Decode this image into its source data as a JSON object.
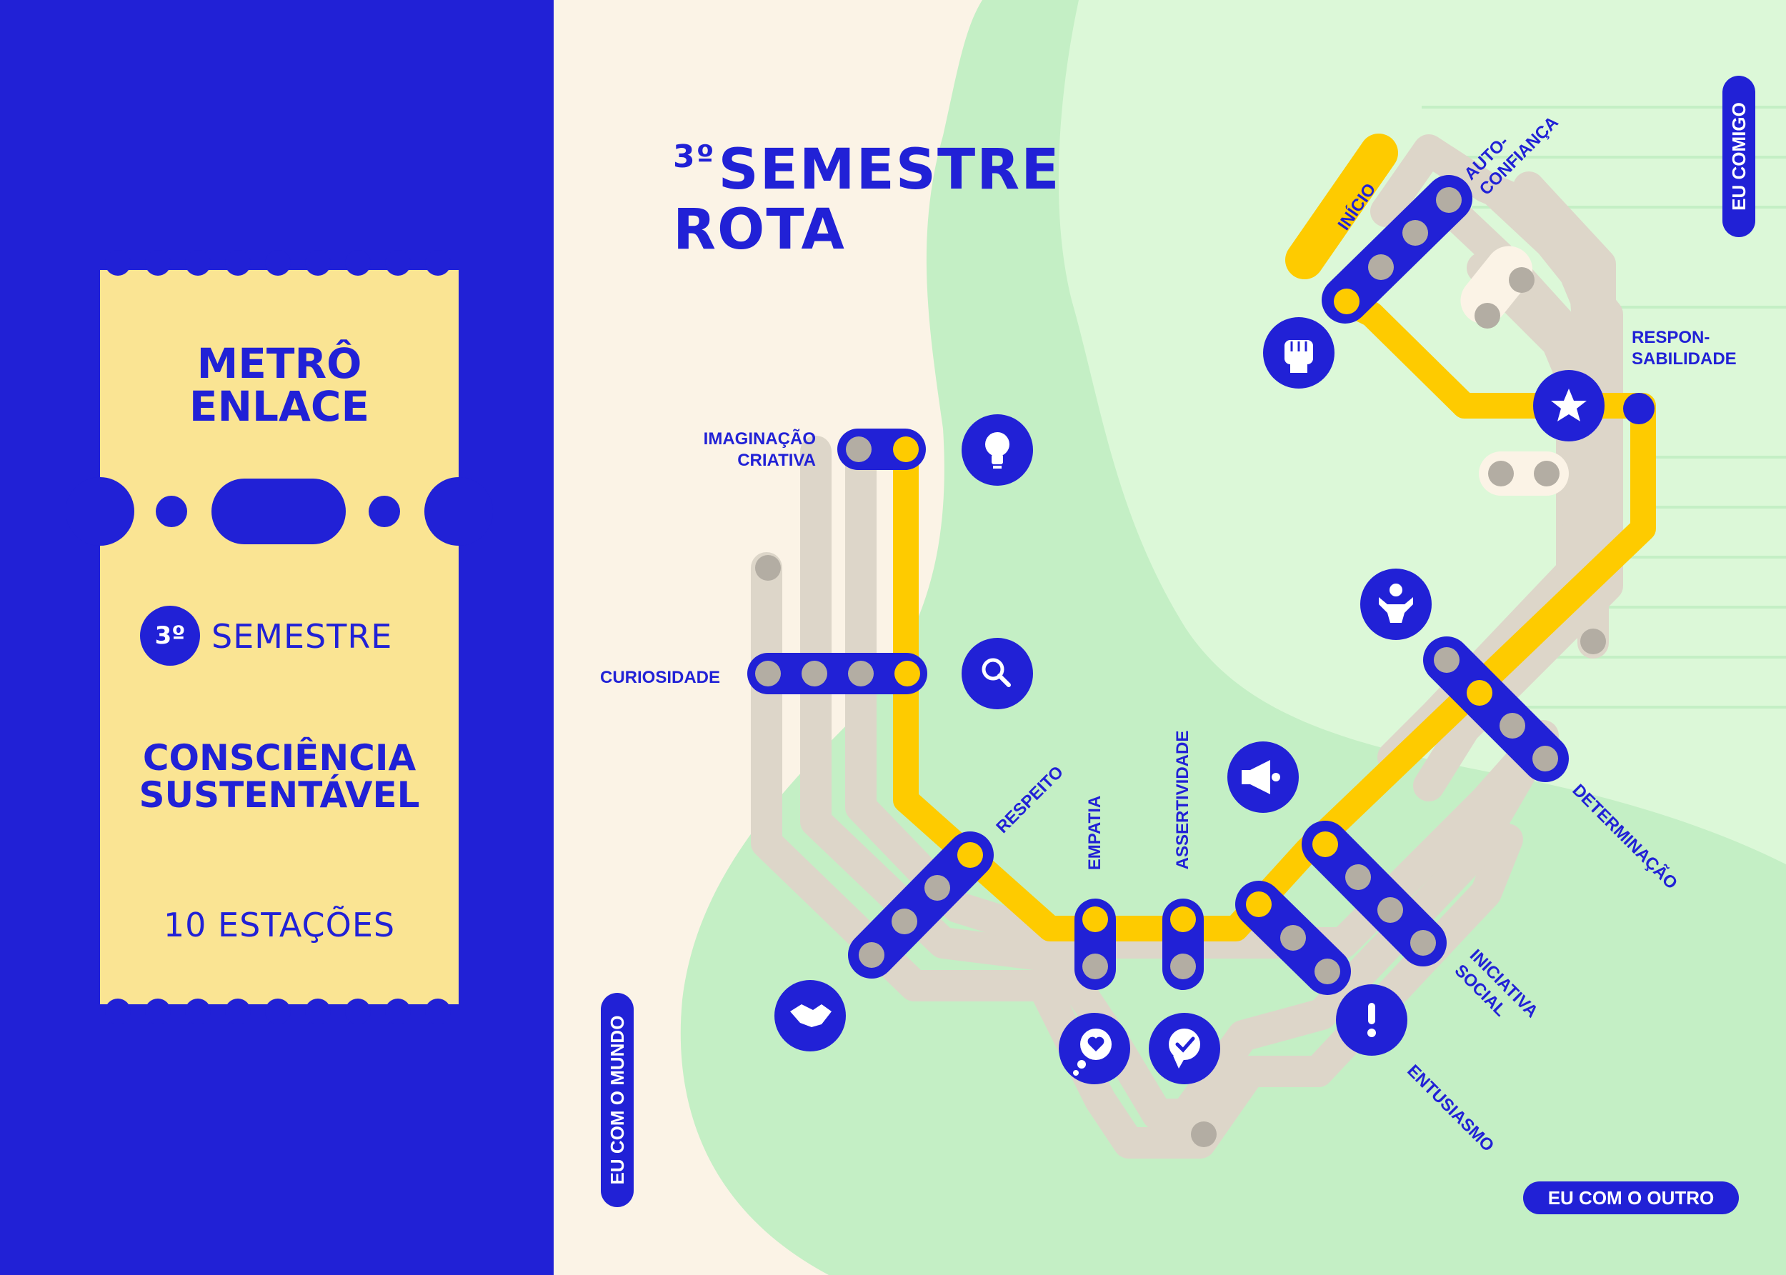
{
  "ticket": {
    "line1": "METRÔ",
    "line2": "ENLACE",
    "semester_number": "3º",
    "semester_word": "SEMESTRE",
    "theme_line1": "CONSCIÊNCIA",
    "theme_line2": "SUSTENTÁVEL",
    "stations_count": "10 ESTAÇÕES"
  },
  "title": {
    "line1_number": "3º",
    "line1_word": "SEMESTRE",
    "line2": "ROTA"
  },
  "zones": {
    "self": "EU COMIGO",
    "world": "EU COM O MUNDO",
    "other": "EU COM O OUTRO"
  },
  "stations": {
    "start": "INÍCIO",
    "self_confidence": "AUTO-\nCONFIANÇA",
    "responsibility": "RESPON-\nSABILIDADE",
    "imagination": "IMAGINAÇÃO\nCRIATIVA",
    "curiosity": "CURIOSIDADE",
    "respect": "RESPEITO",
    "empathy": "EMPATIA",
    "assertiveness": "ASSERTIVIDADE",
    "determination": "DETERMINAÇÃO",
    "social_initiative": "INICIATIVA\nSOCIAL",
    "enthusiasm": "ENTUSIASMO"
  },
  "icons": [
    "fist-icon",
    "star-icon",
    "lightbulb-icon",
    "strong-person-icon",
    "magnifier-icon",
    "megaphone-icon",
    "handshake-icon",
    "heart-bubble-icon",
    "check-bubble-icon",
    "exclamation-icon"
  ],
  "colors": {
    "blue": "#2121d6",
    "yellow": "#fecb00",
    "cream": "#fbf3e6",
    "ticket": "#fae493",
    "light_green": "#dcf8d8",
    "green": "#c4efc5",
    "gray_line": "#ddd6c9"
  }
}
